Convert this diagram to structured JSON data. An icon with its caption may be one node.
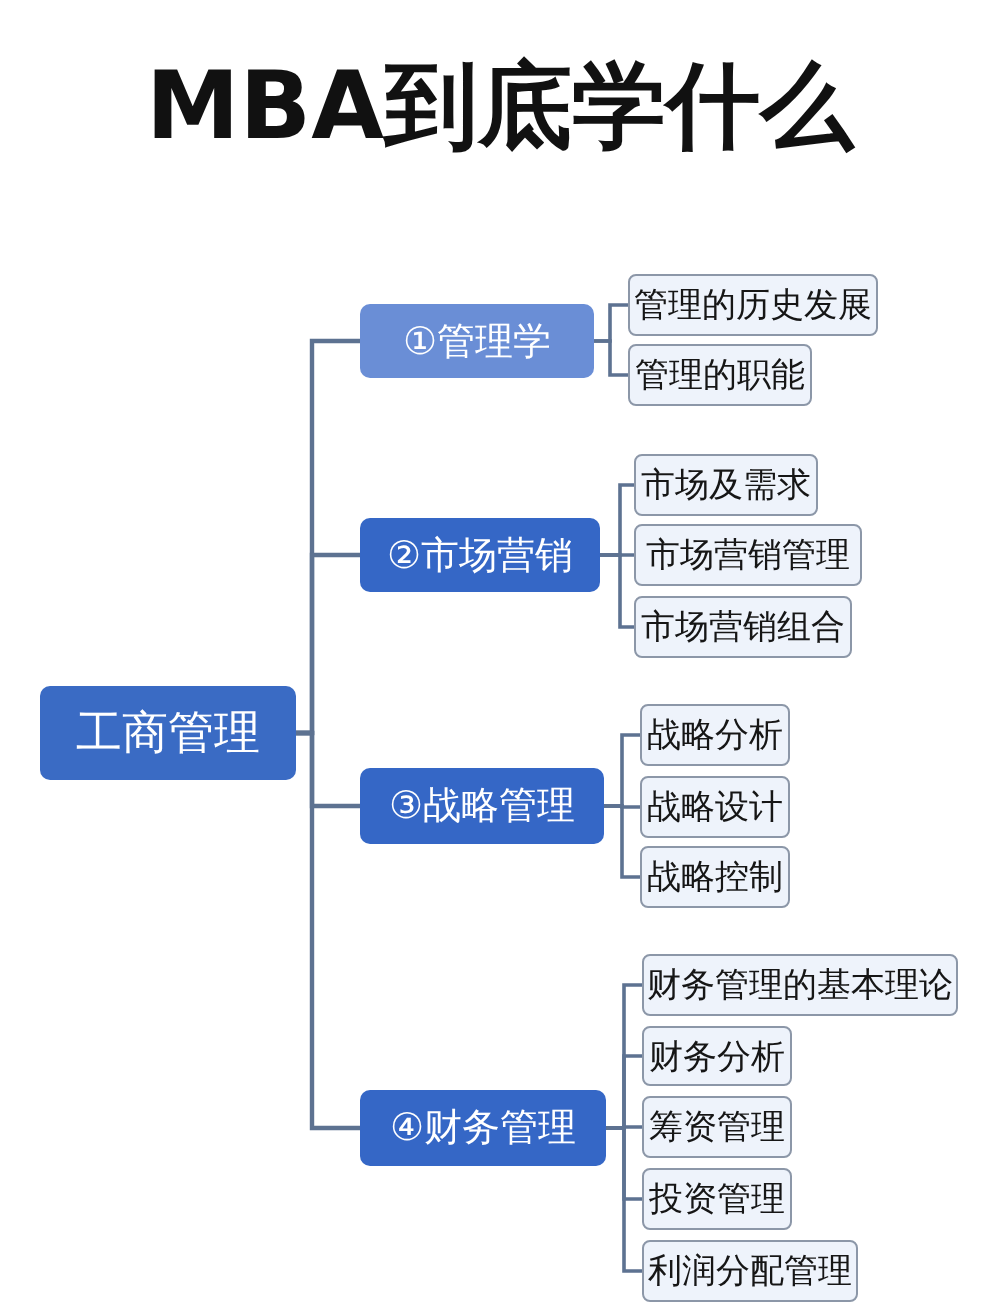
{
  "diagram": {
    "title": "MBA到底学什么",
    "nodes": [
      {
        "text": [
          "工商管理"
        ]
      },
      {
        "text": [
          "①管理学"
        ]
      },
      {
        "text": [
          "管理的历史发展"
        ]
      },
      {
        "text": [
          "管理的职能"
        ]
      },
      {
        "text": [
          "②市场营销"
        ]
      },
      {
        "text": [
          "市场及需求"
        ]
      },
      {
        "text": [
          "市场营销管理"
        ]
      },
      {
        "text": [
          "市场营销组合"
        ]
      },
      {
        "text": [
          "③战略管理"
        ]
      },
      {
        "text": [
          "战略分析"
        ]
      },
      {
        "text": [
          "战略设计"
        ]
      },
      {
        "text": [
          "战略控制"
        ]
      },
      {
        "text": [
          "④财务管理"
        ]
      },
      {
        "text": [
          "财务管理的基本理论"
        ]
      },
      {
        "text": [
          "财务分析"
        ]
      },
      {
        "text": [
          "筹资管理"
        ]
      },
      {
        "text": [
          "投资管理"
        ]
      },
      {
        "text": [
          "利润分配管理"
        ]
      }
    ],
    "edges": [
      {
        "from": 0,
        "to": 1,
        "arrow": "none"
      },
      {
        "from": 0,
        "to": 4,
        "arrow": "none"
      },
      {
        "from": 0,
        "to": 8,
        "arrow": "none"
      },
      {
        "from": 0,
        "to": 12,
        "arrow": "none"
      },
      {
        "from": 1,
        "to": 2,
        "arrow": "none"
      },
      {
        "from": 1,
        "to": 3,
        "arrow": "none"
      },
      {
        "from": 4,
        "to": 5,
        "arrow": "none"
      },
      {
        "from": 4,
        "to": 6,
        "arrow": "none"
      },
      {
        "from": 4,
        "to": 7,
        "arrow": "none"
      },
      {
        "from": 8,
        "to": 9,
        "arrow": "none"
      },
      {
        "from": 8,
        "to": 10,
        "arrow": "none"
      },
      {
        "from": 8,
        "to": 11,
        "arrow": "none"
      },
      {
        "from": 12,
        "to": 13,
        "arrow": "none"
      },
      {
        "from": 12,
        "to": 14,
        "arrow": "none"
      },
      {
        "from": 12,
        "to": 15,
        "arrow": "none"
      },
      {
        "from": 12,
        "to": 16,
        "arrow": "none"
      },
      {
        "from": 12,
        "to": 17,
        "arrow": "none"
      }
    ]
  }
}
